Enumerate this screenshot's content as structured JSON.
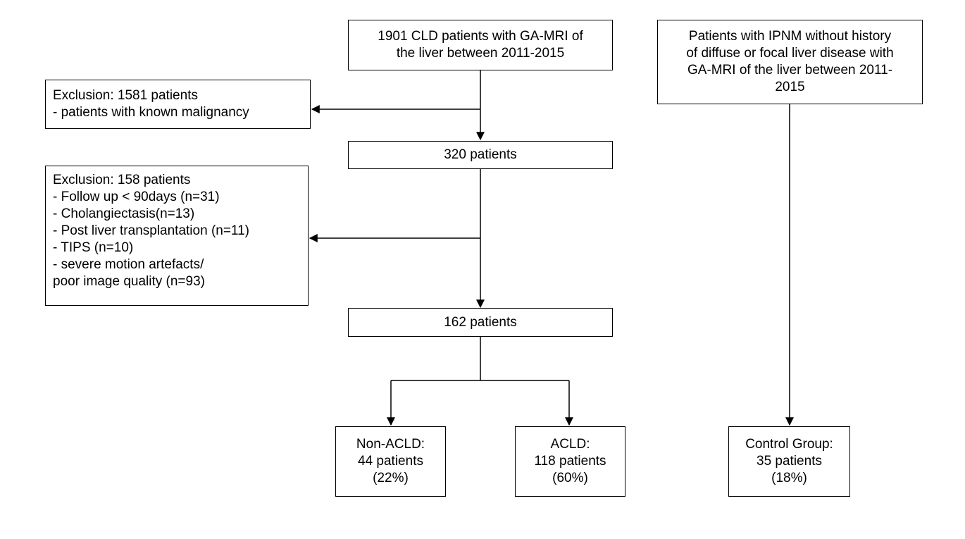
{
  "boxes": {
    "cohort": {
      "lines": [
        "1901 CLD patients with GA-MRI of",
        "the liver between 2011-2015"
      ]
    },
    "exclusion1": {
      "lines": [
        "Exclusion: 1581 patients",
        "- patients with known malignancy"
      ]
    },
    "after_exclusion1": {
      "lines": [
        "320 patients"
      ]
    },
    "exclusion2": {
      "lines": [
        "Exclusion: 158 patients",
        "- Follow up < 90days (n=31)",
        "- Cholangiectasis(n=13)",
        "- Post liver transplantation (n=11)",
        "- TIPS (n=10)",
        "- severe motion artefacts/",
        "poor image quality (n=93)"
      ]
    },
    "after_exclusion2": {
      "lines": [
        "162 patients"
      ]
    },
    "non_acld": {
      "lines": [
        "Non-ACLD:",
        "44 patients",
        "(22%)"
      ]
    },
    "acld": {
      "lines": [
        "ACLD:",
        "118 patients",
        "(60%)"
      ]
    },
    "control_source": {
      "lines": [
        "Patients with IPNM without history",
        "of diffuse or focal liver disease with",
        "GA-MRI of the liver between 2011-",
        "2015"
      ]
    },
    "control_group": {
      "lines": [
        "Control Group:",
        "35 patients",
        "(18%)"
      ]
    }
  }
}
